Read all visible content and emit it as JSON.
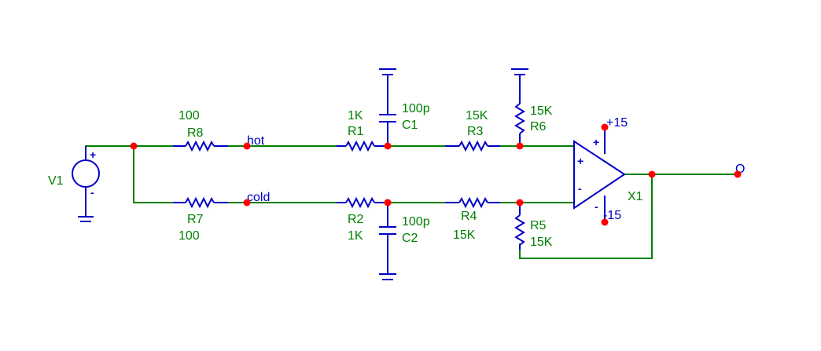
{
  "source": {
    "name": "V1",
    "plus_sign": "+",
    "minus_sign": "-"
  },
  "resistors": {
    "R8": {
      "name": "R8",
      "value": "100"
    },
    "R7": {
      "name": "R7",
      "value": "100"
    },
    "R1": {
      "name": "R1",
      "value": "1K"
    },
    "R2": {
      "name": "R2",
      "value": "1K"
    },
    "R3": {
      "name": "R3",
      "value": "15K"
    },
    "R4": {
      "name": "R4",
      "value": "15K"
    },
    "R5": {
      "name": "R5",
      "value": "15K"
    },
    "R6": {
      "name": "R6",
      "value": "15K"
    }
  },
  "capacitors": {
    "C1": {
      "name": "C1",
      "value": "100p"
    },
    "C2": {
      "name": "C2",
      "value": "100p"
    }
  },
  "nets": {
    "hot": "hot",
    "cold": "cold",
    "output": "O"
  },
  "opamp": {
    "name": "X1",
    "supply_pos": "+15",
    "supply_neg": "-15",
    "in_plus_sign": "+",
    "in_minus_sign": "-",
    "vpos_sign": "+",
    "vneg_sign": "-"
  },
  "colors": {
    "wire": "#008000",
    "component": "#0000c8",
    "node": "#ff0000",
    "label_green": "#008000",
    "label_blue": "#0000c8"
  }
}
